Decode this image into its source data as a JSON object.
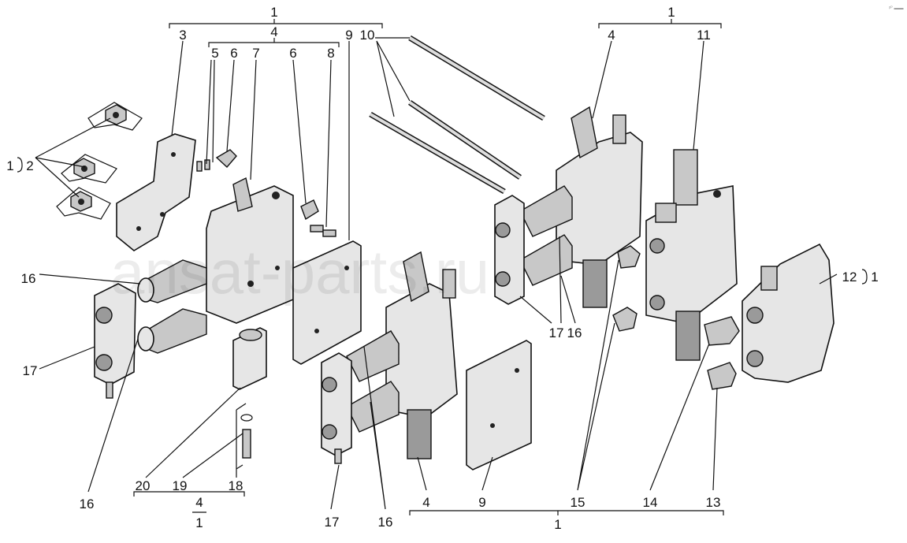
{
  "watermark": "ansat-parts.ru",
  "corner_mark": "ᵖᴾ ▬▬",
  "labels": {
    "top_left_assembly": "1",
    "housing_3": "3",
    "section_4_top": "4",
    "plate_9_top": "9",
    "rods_10": "10",
    "item_5": "5",
    "item_6a": "6",
    "item_7": "7",
    "item_6b": "6",
    "item_8": "8",
    "top_right_assembly": "1",
    "section_4_right": "4",
    "item_11": "11",
    "nuts_group_1": "1",
    "nuts_2": "2",
    "spool_16_left": "16",
    "cover_17_left": "17",
    "spool_16_bottom": "16",
    "item_20": "20",
    "item_19": "19",
    "item_18": "18",
    "group_4_bottom": "4",
    "group_1_bottom": "1",
    "cover_17_mid": "17",
    "spool_16_mid": "16",
    "section_4_mid": "4",
    "plate_9_bottom": "9",
    "fitting_15": "15",
    "fitting_14": "14",
    "fitting_13": "13",
    "bottom_right_assembly": "1",
    "cover_17_right": "17",
    "spool_16_right": "16",
    "cover_12": "12",
    "cover_12_group": "1"
  }
}
